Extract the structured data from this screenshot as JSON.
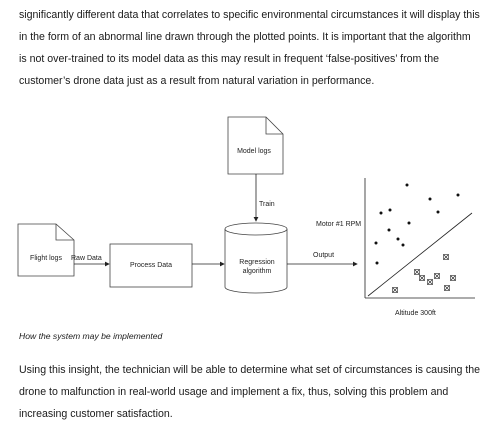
{
  "paragraphs": {
    "intro": "significantly different data that correlates to specific environmental circumstances it will display this in the form of an abnormal line drawn through the plotted points. It is important that the algorithm is not over-trained to its model data as this may result in frequent ‘false-positives’ from the customer’s drone data just as a result from natural variation in performance.",
    "outro": "Using this insight, the technician will be able to determine what set of circumstances is causing the drone to malfunction in real-world usage and implement a fix, thus, solving this problem and increasing customer satisfaction."
  },
  "diagram": {
    "flight_logs": "Flight logs",
    "raw_data": "Raw Data",
    "process_data": "Process Data",
    "model_logs": "Model logs",
    "train": "Train",
    "regression_line1": "Regression",
    "regression_line2": "algorithm",
    "output": "Output",
    "y_axis_label": "Motor #1 RPM",
    "x_axis_label": "Altitude 300ft"
  },
  "caption": "How the system may be implemented"
}
